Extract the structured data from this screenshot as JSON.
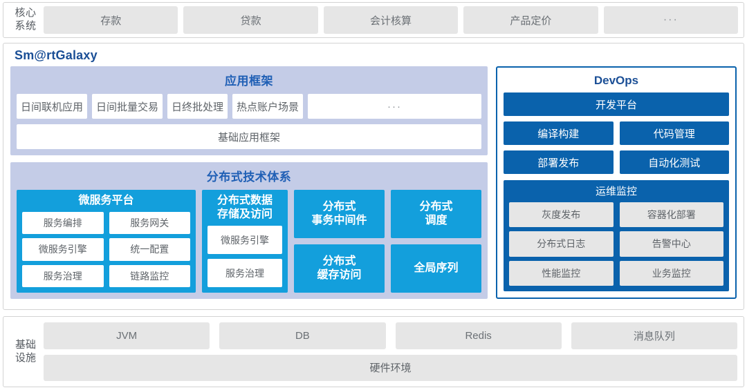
{
  "core_system": {
    "label": "核心\n系统",
    "label_line1": "核心",
    "label_line2": "系统",
    "items": [
      {
        "label": "存款"
      },
      {
        "label": "贷款"
      },
      {
        "label": "会计核算"
      },
      {
        "label": "产品定价"
      },
      {
        "label": "···"
      }
    ]
  },
  "galaxy": {
    "title": "Sm@rtGalaxy",
    "app_framework": {
      "title": "应用框架",
      "items": [
        {
          "label": "日间联机应用"
        },
        {
          "label": "日间批量交易"
        },
        {
          "label": "日终批处理"
        },
        {
          "label": "热点账户场景"
        },
        {
          "label": "···"
        }
      ],
      "base": "基础应用框架"
    },
    "distributed": {
      "title": "分布式技术体系",
      "microservice_platform": {
        "title": "微服务平台",
        "items": [
          {
            "label": "服务编排"
          },
          {
            "label": "服务网关"
          },
          {
            "label": "微服务引擎"
          },
          {
            "label": "统一配置"
          },
          {
            "label": "服务治理"
          },
          {
            "label": "链路监控"
          }
        ]
      },
      "data_storage": {
        "title_line1": "分布式数据",
        "title_line2": "存储及访问",
        "items": [
          {
            "label": "微服务引擎"
          },
          {
            "label": "服务治理"
          }
        ]
      },
      "tiles": [
        {
          "line1": "分布式",
          "line2": "事务中间件"
        },
        {
          "line1": "分布式",
          "line2": "调度"
        },
        {
          "line1": "分布式",
          "line2": "缓存访问"
        },
        {
          "line1": "全局序列",
          "line2": ""
        }
      ]
    },
    "devops": {
      "title": "DevOps",
      "platform": "开发平台",
      "items": [
        {
          "label": "编译构建"
        },
        {
          "label": "代码管理"
        },
        {
          "label": "部署发布"
        },
        {
          "label": "自动化测试"
        }
      ],
      "monitoring": {
        "title": "运维监控",
        "items": [
          {
            "label": "灰度发布"
          },
          {
            "label": "容器化部署"
          },
          {
            "label": "分布式日志"
          },
          {
            "label": "告警中心"
          },
          {
            "label": "性能监控"
          },
          {
            "label": "业务监控"
          }
        ]
      }
    }
  },
  "infrastructure": {
    "label_line1": "基础",
    "label_line2": "设施",
    "items": [
      {
        "label": "JVM"
      },
      {
        "label": "DB"
      },
      {
        "label": "Redis"
      },
      {
        "label": "消息队列"
      }
    ],
    "hardware": "硬件环境"
  },
  "colors": {
    "brand_blue": "#1b4f96",
    "devops_blue": "#0a62ac",
    "cyan": "#139fdc",
    "lavender": "#c4cce7",
    "chip_gray": "#e6e6e6",
    "text_gray": "#5e6368"
  }
}
